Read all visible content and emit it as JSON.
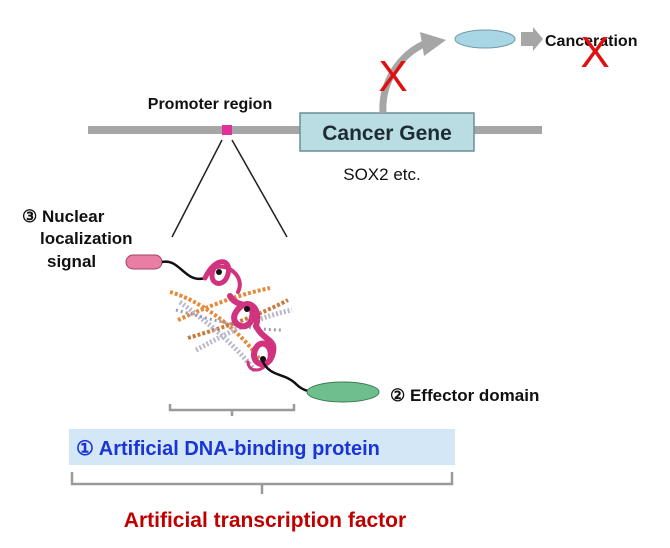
{
  "diagram": {
    "promoter_label": "Promoter region",
    "gene_label": "Cancer Gene",
    "gene_examples": "SOX2 etc.",
    "outcome_label": "Canceration",
    "nls_label_line1": "③ Nuclear",
    "nls_label_line2": "localization",
    "nls_label_line3": "signal",
    "effector_label": "② Effector domain",
    "dbd_label": "① Artificial DNA-binding protein",
    "atf_label": "Artificial transcription factor",
    "block_mark": "X"
  },
  "colors": {
    "dna_line": "#a6a6a6",
    "promoter": "#e0309a",
    "gene_box": "#b9dde3",
    "gene_box_border": "#6b8e96",
    "arrow": "#a6a6a6",
    "product": "#a9d6e5",
    "block_mark": "#e01010",
    "nls": "#e87ea3",
    "effector": "#6fbf8e",
    "protein": "#d2337f",
    "dbd_text": "#1a35d4",
    "dbd_band": "#d4e7f7",
    "atf_text": "#c00000",
    "bracket": "#9a9a9a"
  }
}
